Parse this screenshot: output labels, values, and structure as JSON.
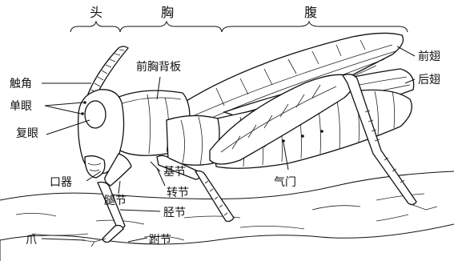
{
  "diagram": {
    "regions": {
      "head": "头",
      "thorax": "胸",
      "abdomen": "腹"
    },
    "labels": {
      "antenna": "触角",
      "simple_eye": "单眼",
      "compound_eye": "复眼",
      "pronotum": "前胸背板",
      "forewing": "前翅",
      "hindwing": "后翅",
      "mouthparts": "口器",
      "coxa": "基节",
      "trochanter": "转节",
      "femur": "腿节",
      "tibia": "胫节",
      "spiracle": "气门",
      "claw": "爪",
      "tarsus": "跗节"
    }
  }
}
